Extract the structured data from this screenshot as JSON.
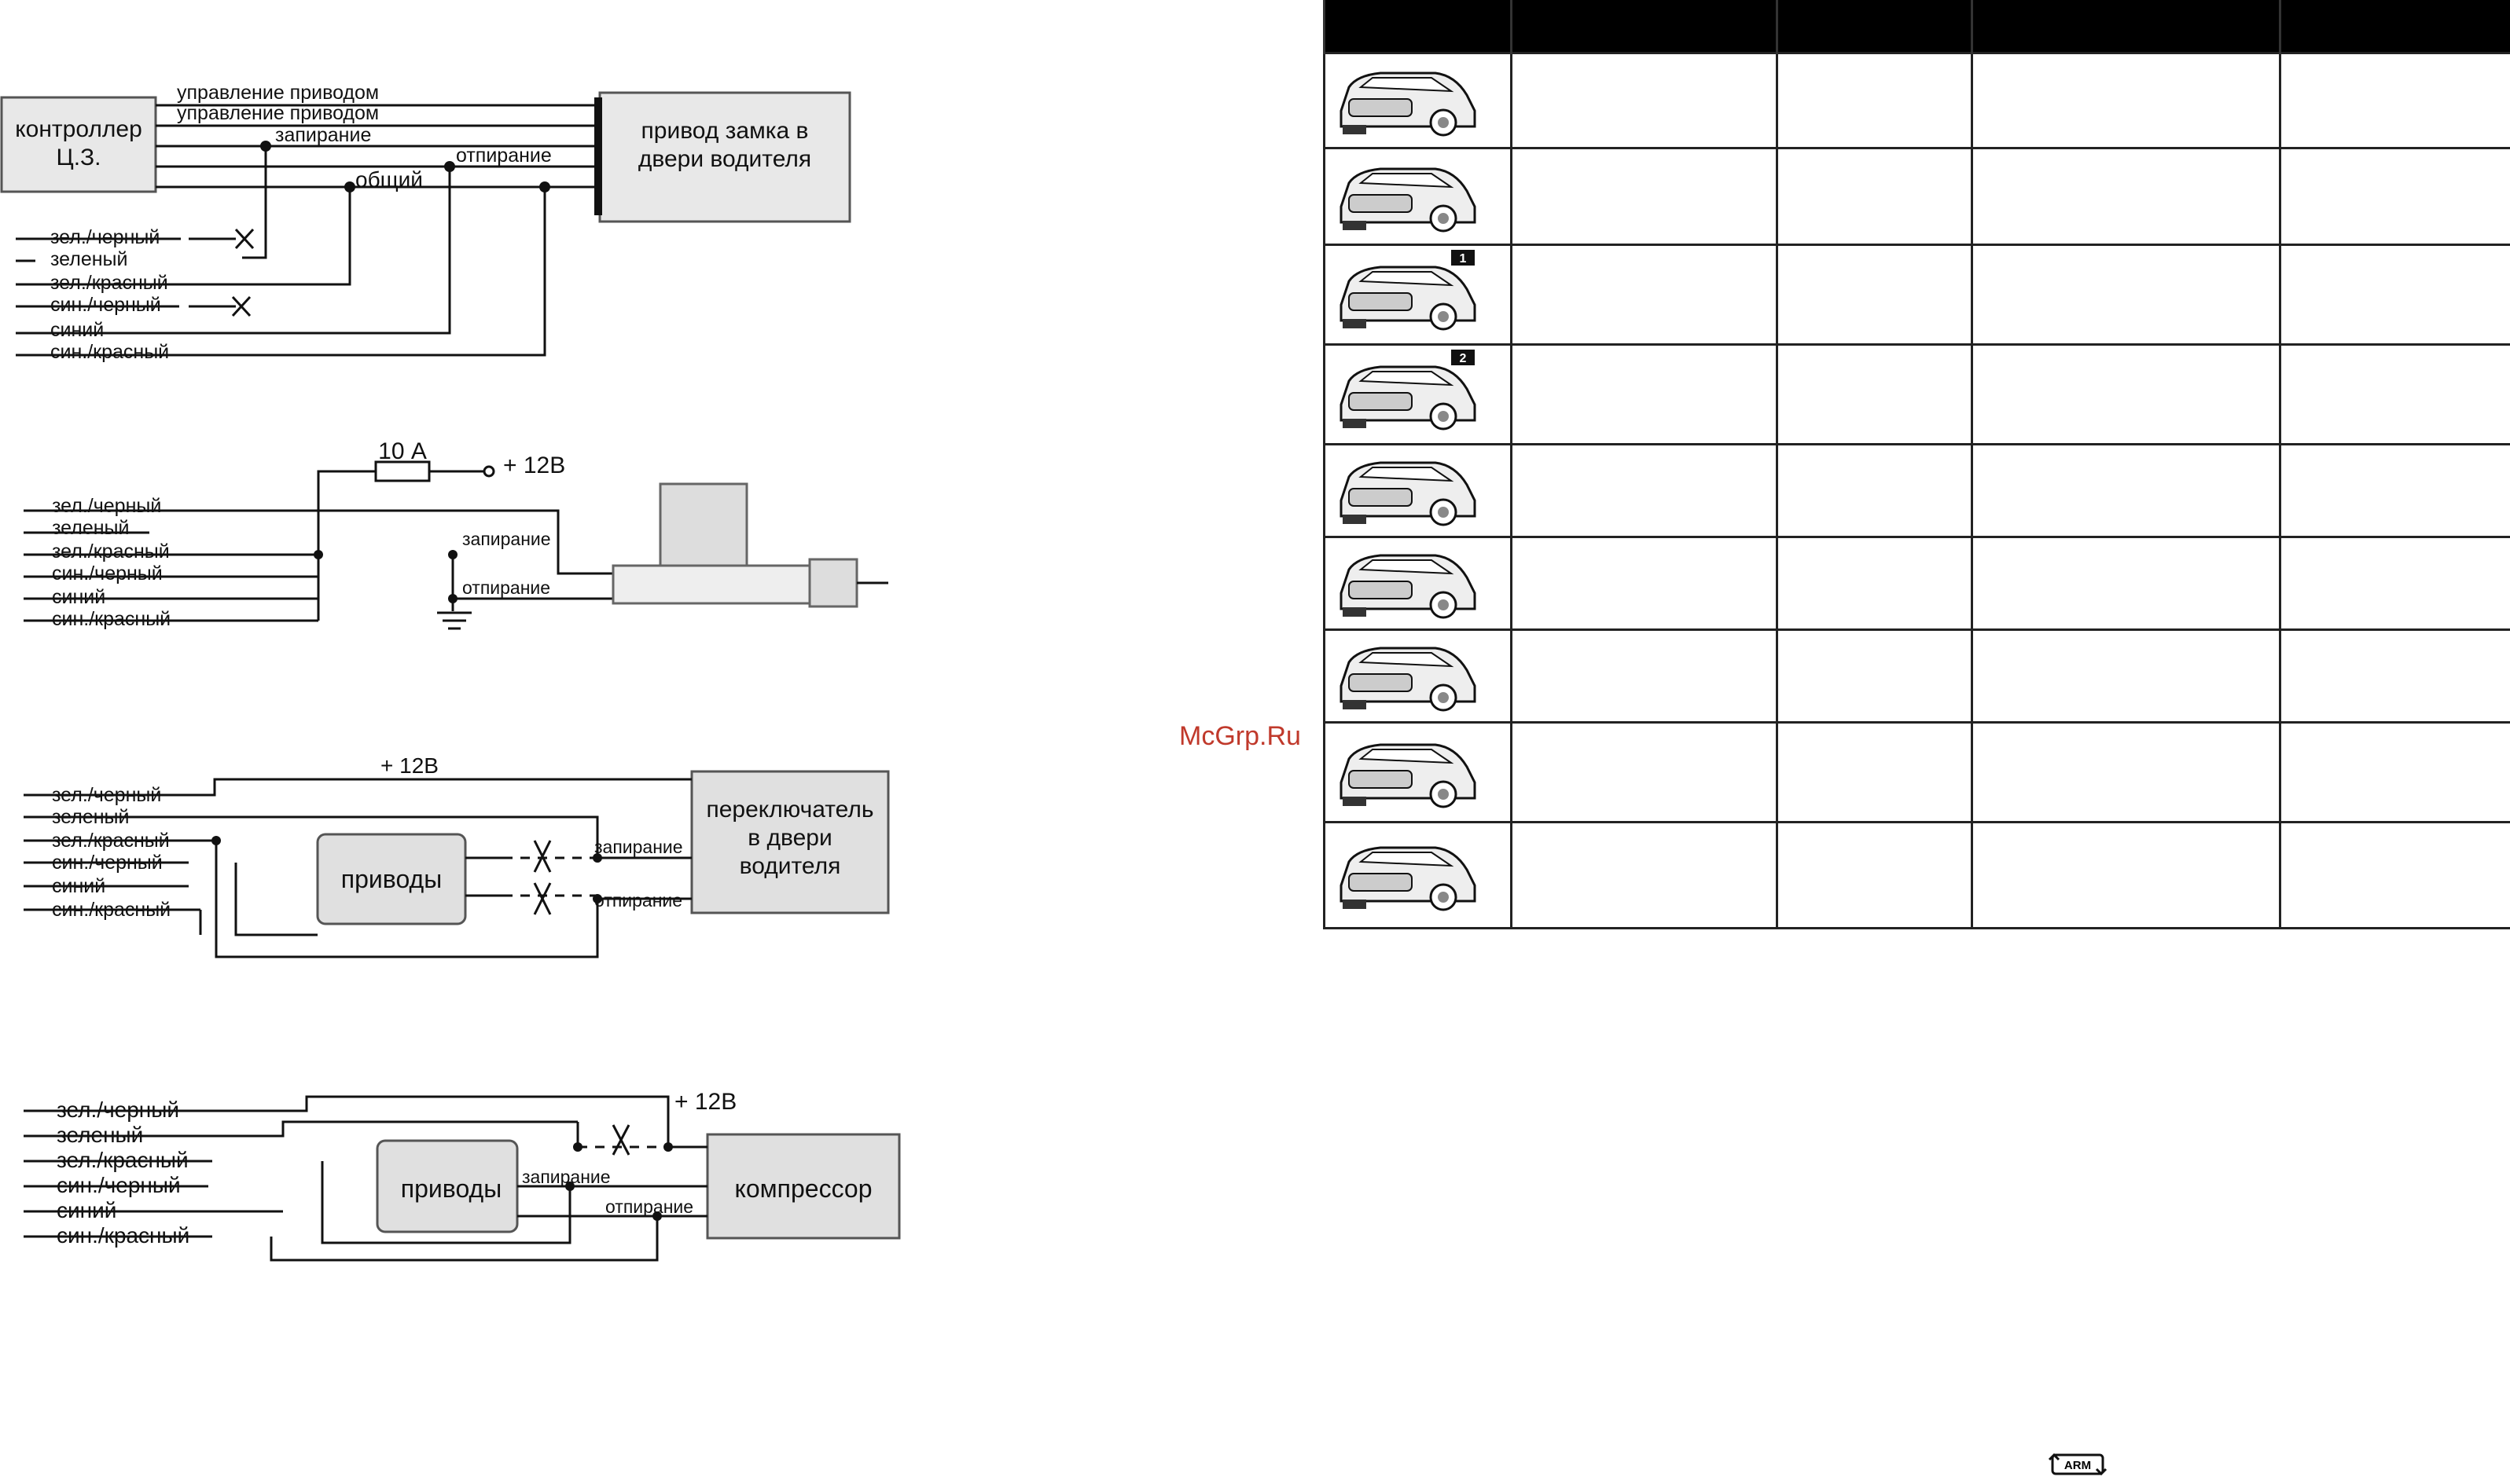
{
  "diagram1": {
    "controller_line1": "контроллер",
    "controller_line2": "Ц.З.",
    "actuator_line1": "привод замка в",
    "actuator_line2": "двери водителя",
    "signal_control_1": "управление приводом",
    "signal_control_2": "управление приводом",
    "signal_lock": "запирание",
    "signal_common": "общий",
    "signal_unlock": "отпирание",
    "wires": [
      "зел./черный",
      "зеленый",
      "зел./красный",
      "син./черный",
      "синий",
      "син./красный"
    ]
  },
  "diagram2": {
    "fuse": "10 А",
    "power": "+ 12В",
    "signal_lock": "запирание",
    "signal_unlock": "отпирание",
    "wires": [
      "зел./черный",
      "зеленый",
      "зел./красный",
      "син./черный",
      "синий",
      "син./красный"
    ]
  },
  "diagram3": {
    "power": "+ 12В",
    "actuators": "приводы",
    "switch_line1": "переключатель",
    "switch_line2": "в двери",
    "switch_line3": "водителя",
    "signal_lock": "запирание",
    "signal_unlock": "отпирание",
    "wires": [
      "зел./черный",
      "зеленый",
      "зел./красный",
      "син./черный",
      "синий",
      "син./красный"
    ]
  },
  "diagram4": {
    "power": "+ 12В",
    "actuators": "приводы",
    "compressor": "компрессор",
    "signal_lock": "запирание",
    "signal_unlock": "отпирание",
    "wires": [
      "зел./черный",
      "зеленый",
      "зел./красный",
      "син./черный",
      "синий",
      "син./красный"
    ]
  },
  "table": {
    "rows": [
      {
        "icon": "car-door-alarm-icon",
        "badge": ""
      },
      {
        "icon": "car-door-trigger-icon",
        "badge": ""
      },
      {
        "icon": "car-shock-sensor-icon",
        "badge": "1"
      },
      {
        "icon": "car-shock-sensor-icon",
        "badge": "2"
      },
      {
        "icon": "car-trunk-icon",
        "badge": ""
      },
      {
        "icon": "car-door-open-icon",
        "badge": ""
      },
      {
        "icon": "car-hood-icon",
        "badge": ""
      },
      {
        "icon": "car-ignition-key-icon",
        "badge": ""
      },
      {
        "icon": "car-handbrake-icon",
        "badge": ""
      }
    ]
  },
  "watermark": "McGrp.Ru",
  "arm_label": "ARM"
}
